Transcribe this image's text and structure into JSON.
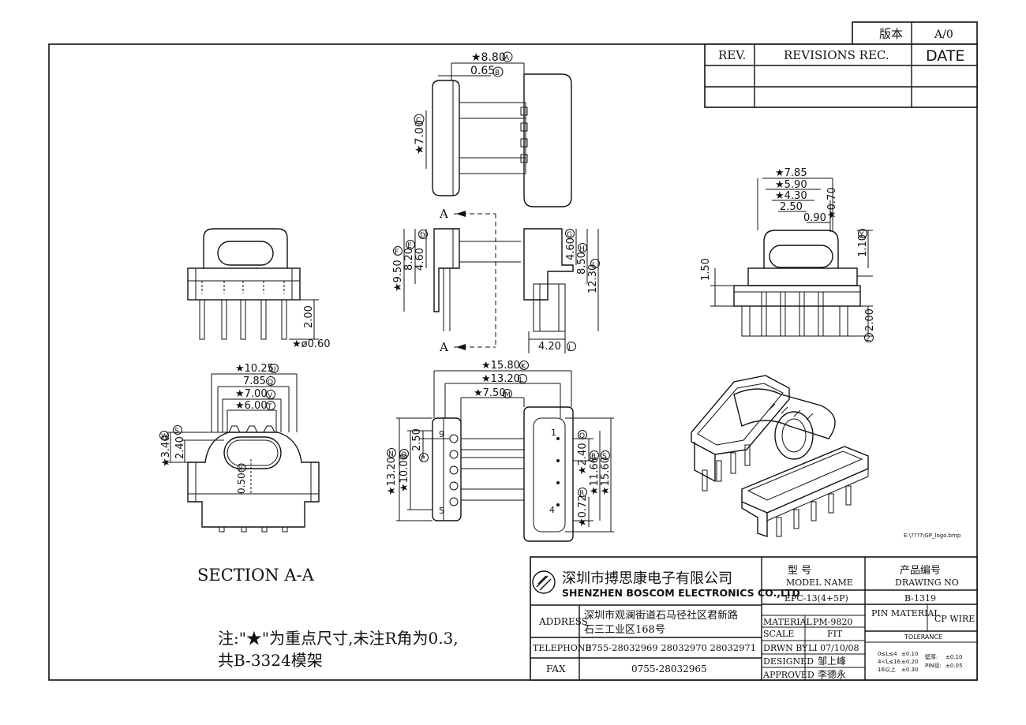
{
  "revision_box": {
    "version_label": "版本",
    "version_value": "A/0",
    "rev_header": "REV.",
    "revisions_header": "REVISIONS REC.",
    "date_header": "DATE"
  },
  "top_view": {
    "dim_width": "★8.80",
    "dim_width_ref": "A",
    "dim_flange": "0.65",
    "dim_flange_ref": "B",
    "dim_height": "★7.00",
    "dim_height_ref": "C"
  },
  "section_view": {
    "section_marker": "A",
    "dim_950": "★9.50",
    "dim_950_ref": "F",
    "dim_820": "8.20",
    "dim_820_ref": "E",
    "dim_460_left": "4.60",
    "dim_460_left_ref": "D",
    "dim_460_right": "4.60",
    "dim_460_right_ref": "G",
    "dim_850": "8.50",
    "dim_850_ref": "H",
    "dim_1230": "12.30",
    "dim_1230_ref": "I",
    "dim_420": "4.20",
    "dim_420_ref": "J"
  },
  "front_view": {
    "dim_200": "2.00",
    "dim_pin": "★ø0.60"
  },
  "side_view": {
    "dim_785": "★7.85",
    "dim_590": "★5.90",
    "dim_430": "★4.30",
    "dim_250": "2.50",
    "dim_090": "0.90",
    "dim_070": "★0.70",
    "dim_110": "1.10",
    "dim_110_ref": "Y",
    "dim_150": "1.50",
    "dim_200": "2.00",
    "dim_200_ref": "Z"
  },
  "bottom_left_view": {
    "dim_1025": "★10.25",
    "dim_1025_ref": "U",
    "dim_785": "7.85",
    "dim_785_ref": "Q",
    "dim_700": "★7.00",
    "dim_700_ref": "V",
    "dim_600": "★6.00",
    "dim_600_ref": "T",
    "dim_340": "★3.40",
    "dim_340_ref": "W",
    "dim_240": "2.40",
    "dim_240_ref": "S",
    "dim_050": "0.50",
    "dim_050_ref": "X"
  },
  "bottom_mid_view": {
    "dim_1580": "★15.80",
    "dim_1580_ref": "K",
    "dim_1320_top": "★13.20",
    "dim_1320_top_ref": "L",
    "dim_750": "★7.50",
    "dim_750_ref": "M",
    "dim_1320_left": "★13.20",
    "dim_1320_left_ref": "N",
    "dim_1000": "★10.00",
    "dim_1000_ref": "O",
    "dim_250": "2.50",
    "dim_250_ref": "P",
    "dim_240": "★2.40",
    "dim_240_ref": "Q",
    "dim_1166": "★11.66",
    "dim_1166_ref": "R",
    "dim_1560": "★15.60",
    "dim_1560_ref": "S",
    "dim_072": "★0.72",
    "dim_072_ref": "R",
    "pin_1": "1",
    "pin_4": "4",
    "pin_5": "5",
    "pin_9": "9"
  },
  "logo_path": "E:\\????\\GP_logo.bmp",
  "section_label": "SECTION A-A",
  "note_line1": "注:\"★\"为重点尺寸,未注R角为0.3,",
  "note_line2": "共B-3324模架",
  "title_block": {
    "company_cn": "深圳市搏思康电子有限公司",
    "company_en": "SHENZHEN BOSCOM ELECTRONICS CO.,LTD",
    "model_label_cn": "型    号",
    "model_label_en": "MODEL NAME",
    "model_value": "EPC-13(4+5P)",
    "drawing_label_cn": "产品编号",
    "drawing_label_en": "DRAWING NO",
    "drawing_value": "B-1319",
    "address_label": "ADDRESS",
    "address_line1": "深圳市观澜街道石马径社区君新路",
    "address_line2": "石三工业区168号",
    "telephone_label": "TELEPHONE",
    "telephone_value": "0755-28032969 28032970 28032971",
    "fax_label": "FAX",
    "fax_value": "0755-28032965",
    "material_label": "MATERIAL",
    "material_value": "PM-9820",
    "scale_label": "SCALE",
    "scale_value": "FIT",
    "drawn_label": "DRWN BY",
    "drawn_value": "LI 07/10/08",
    "designed_label": "DESIGNED",
    "designed_value": "邹上峰",
    "approved_label": "APPROVED",
    "approved_value": "李德永",
    "pin_material_label": "PIN MATERIAL",
    "pin_material_value": "CP WIRE",
    "tolerance_label": "TOLERANCE",
    "tol_1a": "0≤L≤4",
    "tol_1b": "±0.10",
    "tol_2a": "4<L≤16",
    "tol_2b": "±0.20",
    "tol_3a": "16以上",
    "tol_3b": "±0.30",
    "tol_4a": "壁厚:",
    "tol_4b": "±0.10",
    "tol_5a": "PIN径:",
    "tol_5b": "±0.05"
  }
}
